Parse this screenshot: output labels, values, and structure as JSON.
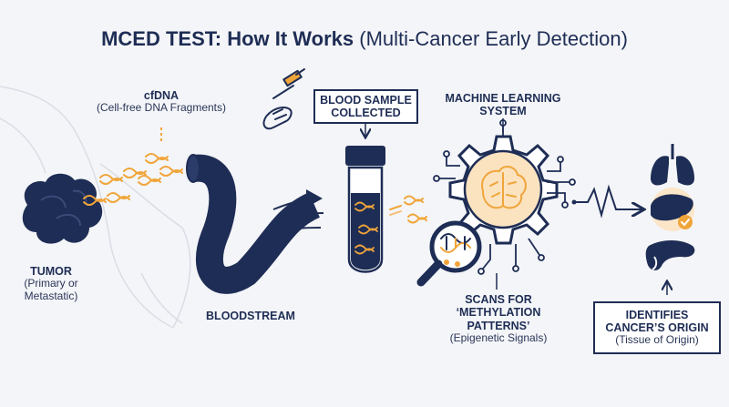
{
  "title": {
    "bold": "MCED TEST: How It Works",
    "light": "(Multi-Cancer Early Detection)"
  },
  "labels": {
    "cfdna": {
      "name": "cfDNA",
      "desc": "(Cell-free DNA Fragments)"
    },
    "tumor": {
      "name": "TUMOR",
      "desc_line1": "(Primary or",
      "desc_line2": "Metastatic)"
    },
    "bloodstream": "BLOODSTREAM",
    "blood_sample": {
      "line1": "BLOOD SAMPLE",
      "line2": "COLLECTED"
    },
    "ml_system": {
      "line1": "MACHINE LEARNING",
      "line2": "SYSTEM"
    },
    "scans": {
      "line1": "SCANS FOR",
      "line2": "‘METHYLATION",
      "line3": "PATTERNS’",
      "desc": "(Epigenetic Signals)"
    },
    "identifies": {
      "line1": "IDENTIFIES",
      "line2": "CANCER’S ORIGIN",
      "desc": "(Tissue of Origin)"
    }
  },
  "colors": {
    "navy": "#1e2d55",
    "orange": "#f0a53a",
    "light_orange": "#fbe3c0",
    "background": "#f4f5f8"
  },
  "icons": [
    "tumor-icon",
    "dna-fragment-icon",
    "bloodstream-tube-icon",
    "syringe-hand-icon",
    "blood-test-tube-icon",
    "gear-brain-icon",
    "magnifier-dna-icon",
    "lungs-icon",
    "liver-icon",
    "check-badge-icon",
    "pancreas-icon",
    "signal-wave-icon"
  ]
}
